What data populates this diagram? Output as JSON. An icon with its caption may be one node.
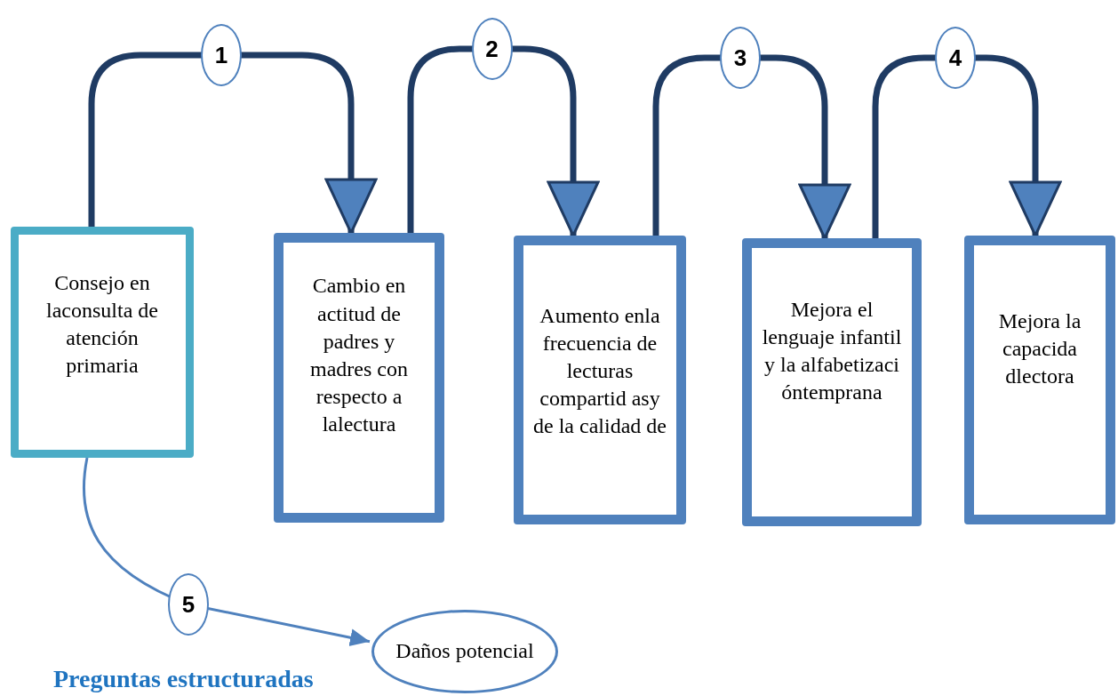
{
  "diagram": {
    "nodes": [
      {
        "text": [
          "Consejo en laconsulta de atención primaria"
        ]
      },
      {
        "text": [
          "Cambio en actitud de padres y madres con respecto a lalectura"
        ]
      },
      {
        "text": [
          "Aumento enla frecuencia de lecturas compartid asy de la calidad de"
        ]
      },
      {
        "text": [
          "Mejora el lenguaje infantil y la alfabetizaci óntemprana"
        ]
      },
      {
        "text": [
          "Mejora la capacida dlectora"
        ]
      },
      {
        "text": [
          "Daños potencial"
        ]
      }
    ],
    "edges": [
      {
        "from": 0,
        "to": 1,
        "arrow": "to",
        "label": "1"
      },
      {
        "from": 1,
        "to": 2,
        "arrow": "to",
        "label": "2"
      },
      {
        "from": 2,
        "to": 3,
        "arrow": "to",
        "label": "3"
      },
      {
        "from": 3,
        "to": 4,
        "arrow": "to",
        "label": "4"
      },
      {
        "from": 0,
        "to": 5,
        "arrow": "to",
        "label": "5"
      }
    ],
    "labels": [
      "Preguntas estructuradas"
    ]
  }
}
